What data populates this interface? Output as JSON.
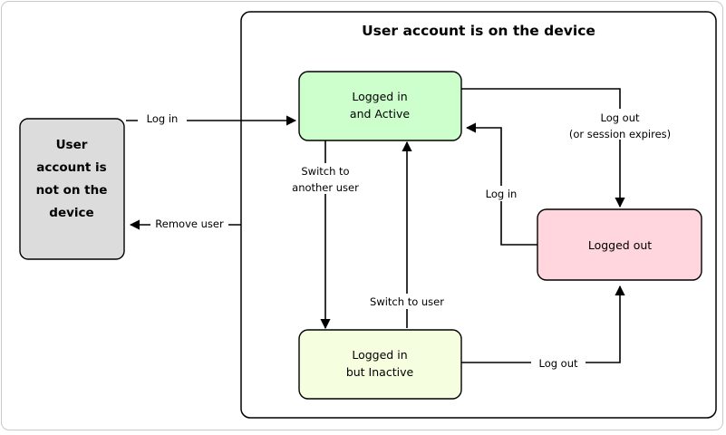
{
  "diagram": {
    "type": "state-diagram",
    "background_color": "#ffffff",
    "group": {
      "title": "User account is on the device",
      "fill": "#ffffff",
      "stroke": "#000000"
    },
    "nodes": [
      {
        "id": "not-on-device",
        "label_lines": [
          "User",
          "account is",
          "not on the",
          "device"
        ],
        "line1": "User",
        "line2": "account is",
        "line3": "not on the",
        "line4": "device",
        "fill": "#dcdcdc",
        "bold": true,
        "inside_group": false
      },
      {
        "id": "logged-in-active",
        "label_lines": [
          "Logged in",
          "and Active"
        ],
        "line1": "Logged in",
        "line2": "and Active",
        "fill": "#ccffcc",
        "bold": false,
        "inside_group": true
      },
      {
        "id": "logged-out",
        "label_lines": [
          "Logged out"
        ],
        "line1": "Logged out",
        "fill": "#ffd6dd",
        "bold": false,
        "inside_group": true
      },
      {
        "id": "logged-in-inactive",
        "label_lines": [
          "Logged in",
          "but Inactive"
        ],
        "line1": "Logged in",
        "line2": "but Inactive",
        "fill": "#f5ffe0",
        "bold": false,
        "inside_group": true
      }
    ],
    "edges": [
      {
        "id": "log-in-entry",
        "from": "not-on-device",
        "to": "logged-in-active",
        "label": "Log in",
        "label_lines": [
          "Log in"
        ]
      },
      {
        "id": "remove-user",
        "from": "logged-in-inactive",
        "to": "not-on-device",
        "label": "Remove user",
        "label_lines": [
          "Remove user"
        ]
      },
      {
        "id": "switch-to-another-user",
        "from": "logged-in-active",
        "to": "logged-in-inactive",
        "label": "Switch to another user",
        "label_lines": [
          "Switch to",
          "another user"
        ]
      },
      {
        "id": "switch-to-user",
        "from": "logged-in-inactive",
        "to": "logged-in-active",
        "label": "Switch to user",
        "label_lines": [
          "Switch to user"
        ]
      },
      {
        "id": "log-out-session",
        "from": "logged-in-active",
        "to": "logged-out",
        "label": "Log out (or session expires)",
        "label_lines": [
          "Log out",
          "(or session expires)"
        ]
      },
      {
        "id": "log-in-return",
        "from": "logged-out",
        "to": "logged-in-active",
        "label": "Log in",
        "label_lines": [
          "Log in"
        ]
      },
      {
        "id": "log-out-inactive",
        "from": "logged-in-inactive",
        "to": "logged-out",
        "label": "Log out",
        "label_lines": [
          "Log out"
        ]
      }
    ]
  }
}
